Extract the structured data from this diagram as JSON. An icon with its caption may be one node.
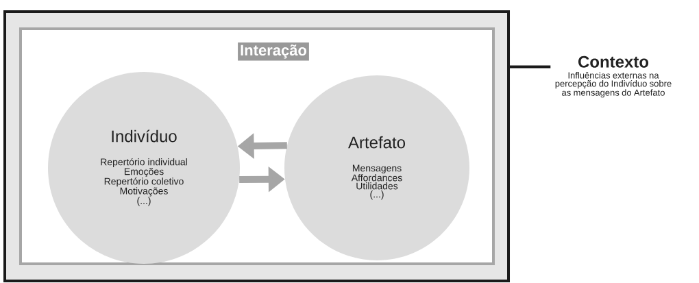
{
  "diagram": {
    "nodes": [
      {
        "text": [],
        "shape": "box"
      },
      {
        "text": [
          "Contexto",
          "Influências externas na percepção do Indivíduo sobre as mensagens do Artefato"
        ]
      },
      {
        "text": [
          "Interação"
        ],
        "in": 0
      },
      {
        "text": [
          "Indivíduo",
          "Repertório individual",
          "Emoções",
          "Repertório coletivo",
          "Motivações",
          "(...)"
        ],
        "in": 2
      },
      {
        "text": [
          "Artefato",
          "Mensagens",
          "Affordances",
          "Utilidades",
          "(...)"
        ],
        "in": 2
      }
    ],
    "edges": [
      {
        "from": 4,
        "to": 3,
        "arrow": "to"
      },
      {
        "from": 3,
        "to": 4,
        "arrow": "to"
      },
      {
        "from": 1,
        "to": 0,
        "arrow": "none",
        "color": "#1a1a1a"
      }
    ]
  }
}
